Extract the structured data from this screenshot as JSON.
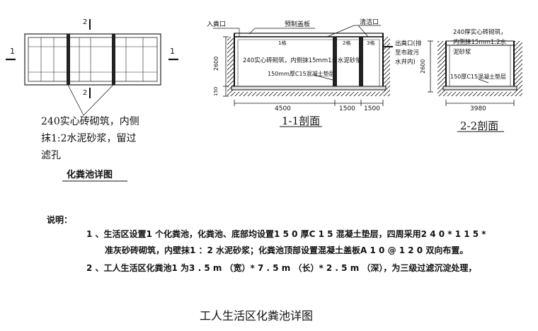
{
  "plan": {
    "section_mark": "1",
    "section_mark_2": "2",
    "note_lines": [
      "240实心砖砌筑，内侧",
      "抹1:2水泥砂浆，留过",
      "滤孔"
    ],
    "title": "化粪池详图"
  },
  "section_1": {
    "label_inlet": "入粪口",
    "label_cover": "预制盖板",
    "label_cleanout": "清洁口",
    "chamber_labels": [
      "1格",
      "2格",
      "3格"
    ],
    "wall_note": "240实心砖砌筑，内侧抹15mm1:2水泥砂浆",
    "cushion_note": "150mm厚C15混凝土垫层",
    "outlet_lines": [
      "出粪口(排",
      "至市政污",
      "水井内)"
    ],
    "dim_height": "2600",
    "dim_base": "150",
    "dims_horizontal": [
      "4500",
      "1500",
      "1500"
    ],
    "title": "1-1剖面"
  },
  "section_2": {
    "wall_note_lines": [
      "240厚实心砖砌筑，",
      "内侧抹15mm1:2水",
      "泥砂浆"
    ],
    "cushion_note": "150厚C15混凝土垫层",
    "dim_height": "2600",
    "dim_width": "3980",
    "title": "2-2剖面"
  },
  "notes": {
    "heading": "说明：",
    "lines": [
      "1 、生活区设置1 个化粪池，化粪池、底部均设置1 5 0 厚C 1 5 混凝土垫层，四周采用2 4 0 * 1 1 5 *",
      "准灰砂砖砌筑，内壁抹1 ：2 水泥砂浆；化粪池顶部设置混凝土盖板A 1 0 @ 1 2 0 双向布置。",
      "2 、工人生活区化粪池1 为3 . 5 m （宽）* 7 . 5 m （长）* 2 . 5 m （深），为三级过滤沉淀处理，"
    ]
  },
  "caption": "工人生活区化粪池详图"
}
